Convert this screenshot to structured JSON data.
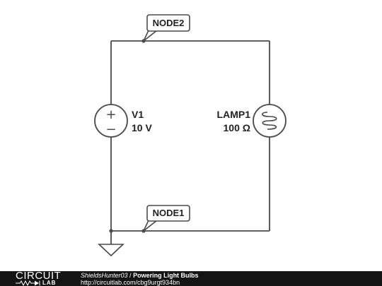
{
  "diagram": {
    "nodes": [
      {
        "label": "NODE2"
      },
      {
        "label": "NODE1"
      }
    ],
    "source": {
      "name": "V1",
      "value": "10 V",
      "plus": "+",
      "minus": "−"
    },
    "lamp": {
      "name": "LAMP1",
      "value": "100 Ω"
    }
  },
  "footer": {
    "logo_text": "CIRCUIT",
    "logo_sub": "LAB",
    "user": "ShieldsHunter03",
    "separator": " / ",
    "title": "Powering Light Bulbs",
    "url": "http://circuitlab.com/cbg9urgt934bn"
  },
  "colors": {
    "wire": "#4a4a4a",
    "footer_bg": "#141414"
  }
}
